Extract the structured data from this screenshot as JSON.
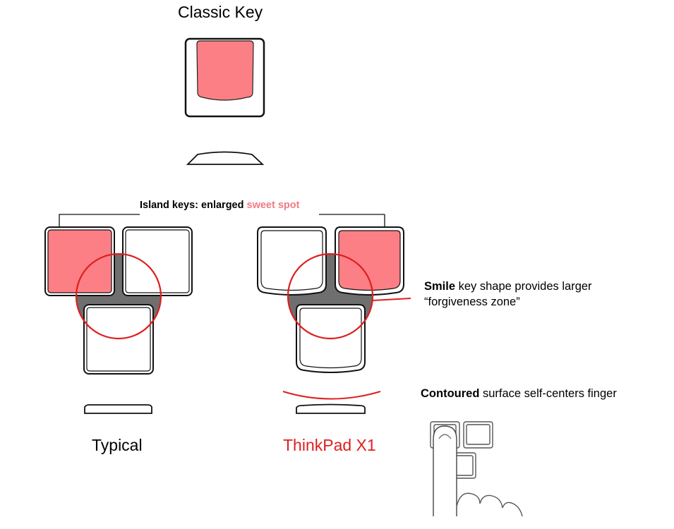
{
  "classic": {
    "title": "Classic Key"
  },
  "island": {
    "prefix": "Island keys: enlarged ",
    "highlight": "sweet spot"
  },
  "smile": {
    "bold": "Smile",
    "line1": " key shape provides larger",
    "line2": "“forgiveness zone”"
  },
  "contour": {
    "bold": "Contoured",
    "rest": " surface self-centers finger"
  },
  "captions": {
    "typical": "Typical",
    "x1": "ThinkPad X1"
  },
  "colors": {
    "sweet_spot": "#fd7f86",
    "accent_red": "#dd1f1f",
    "forgiveness_zone": "#6f6f6f",
    "key_outline": "#111111"
  }
}
